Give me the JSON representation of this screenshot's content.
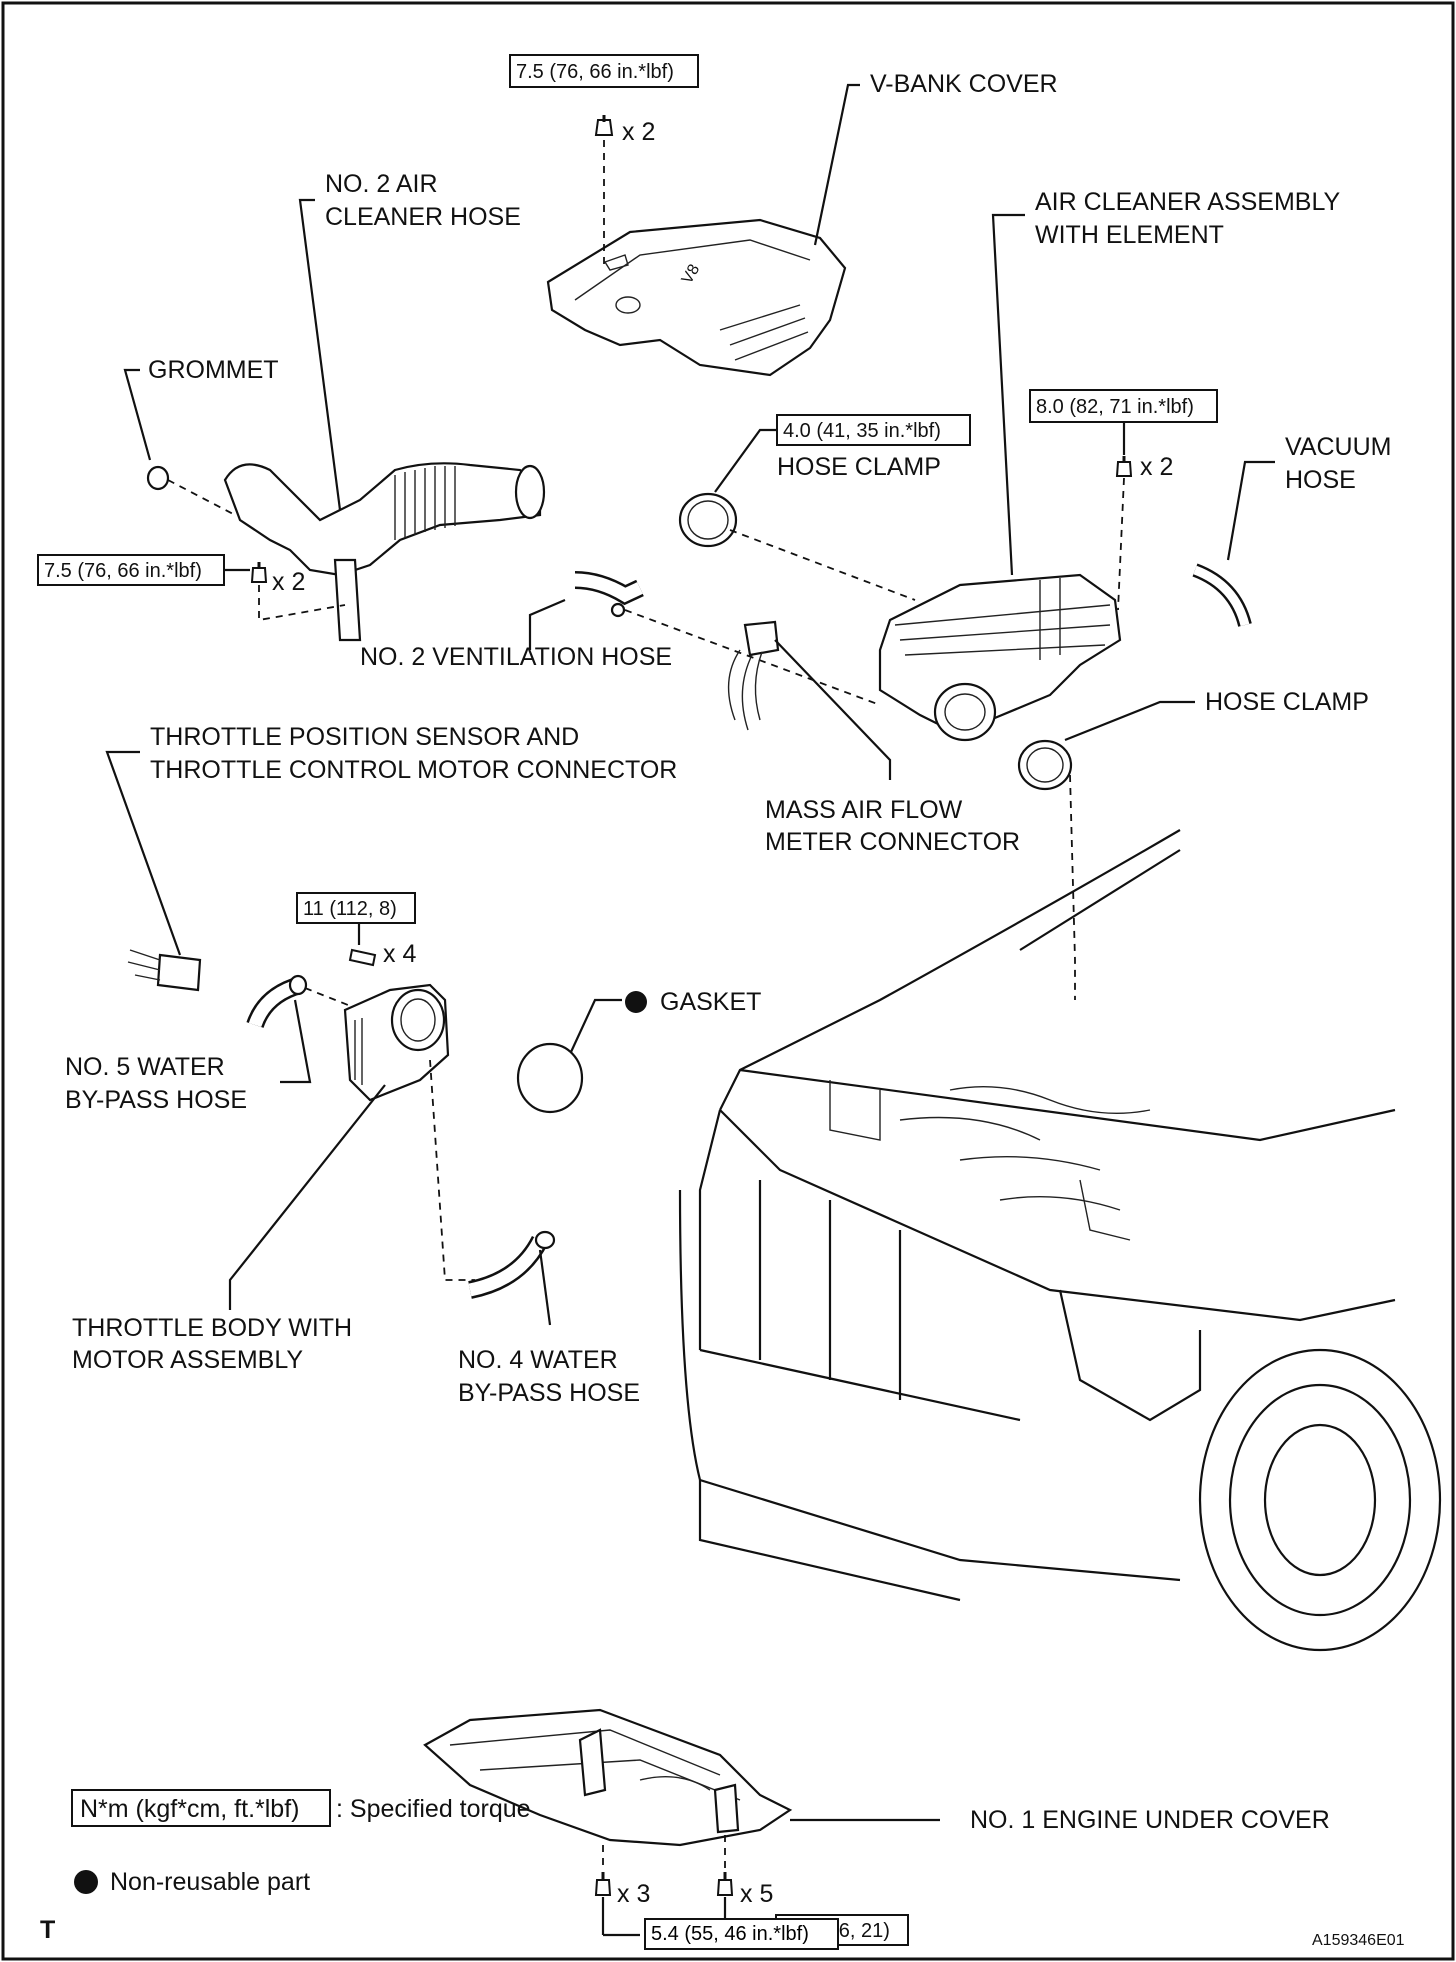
{
  "labels": {
    "v_bank_cover": "V-BANK COVER",
    "no2_air_cleaner_hose_1": "NO. 2 AIR",
    "no2_air_cleaner_hose_2": "CLEANER HOSE",
    "air_cleaner_assembly_1": "AIR CLEANER ASSEMBLY",
    "air_cleaner_assembly_2": "WITH ELEMENT",
    "grommet": "GROMMET",
    "hose_clamp_upper": "HOSE CLAMP",
    "vacuum_hose_1": "VACUUM",
    "vacuum_hose_2": "HOSE",
    "no2_ventilation_hose": "NO. 2 VENTILATION HOSE",
    "hose_clamp_lower": "HOSE CLAMP",
    "throttle_sensor_1": "THROTTLE POSITION SENSOR AND",
    "throttle_sensor_2": "THROTTLE CONTROL MOTOR CONNECTOR",
    "maf_connector_1": "MASS AIR FLOW",
    "maf_connector_2": "METER CONNECTOR",
    "gasket": "GASKET",
    "no5_water_1": "NO. 5 WATER",
    "no5_water_2": "BY-PASS HOSE",
    "throttle_body_1": "THROTTLE BODY WITH",
    "throttle_body_2": "MOTOR ASSEMBLY",
    "no4_water_1": "NO. 4 WATER",
    "no4_water_2": "BY-PASS HOSE",
    "engine_under_cover": "NO. 1 ENGINE UNDER COVER"
  },
  "torques": {
    "v_bank": "7.5 (76, 66 in.*lbf)",
    "air_cleaner_hose": "7.5 (76, 66 in.*lbf)",
    "hose_clamp": "4.0 (41, 35 in.*lbf)",
    "air_cleaner": "8.0 (82, 71 in.*lbf)",
    "throttle_body": "11 (112, 8)",
    "under_cover_a": "29 (296, 21)",
    "under_cover_b": "5.4 (55, 46 in.*lbf)"
  },
  "quantities": {
    "v_bank": "x 2",
    "air_cleaner_hose": "x 2",
    "air_cleaner": "x 2",
    "throttle_body": "x 4",
    "under_cover_b": "x 3",
    "under_cover_a": "x 5"
  },
  "legend": {
    "torque_unit": "N*m (kgf*cm, ft.*lbf)",
    "torque_desc": ": Specified torque",
    "non_reusable": "Non-reusable part"
  },
  "corner_left": "T",
  "corner_right": "A159346E01",
  "icons": {
    "bolt": "bolt-icon",
    "non_reusable": "filled-circle-icon"
  }
}
